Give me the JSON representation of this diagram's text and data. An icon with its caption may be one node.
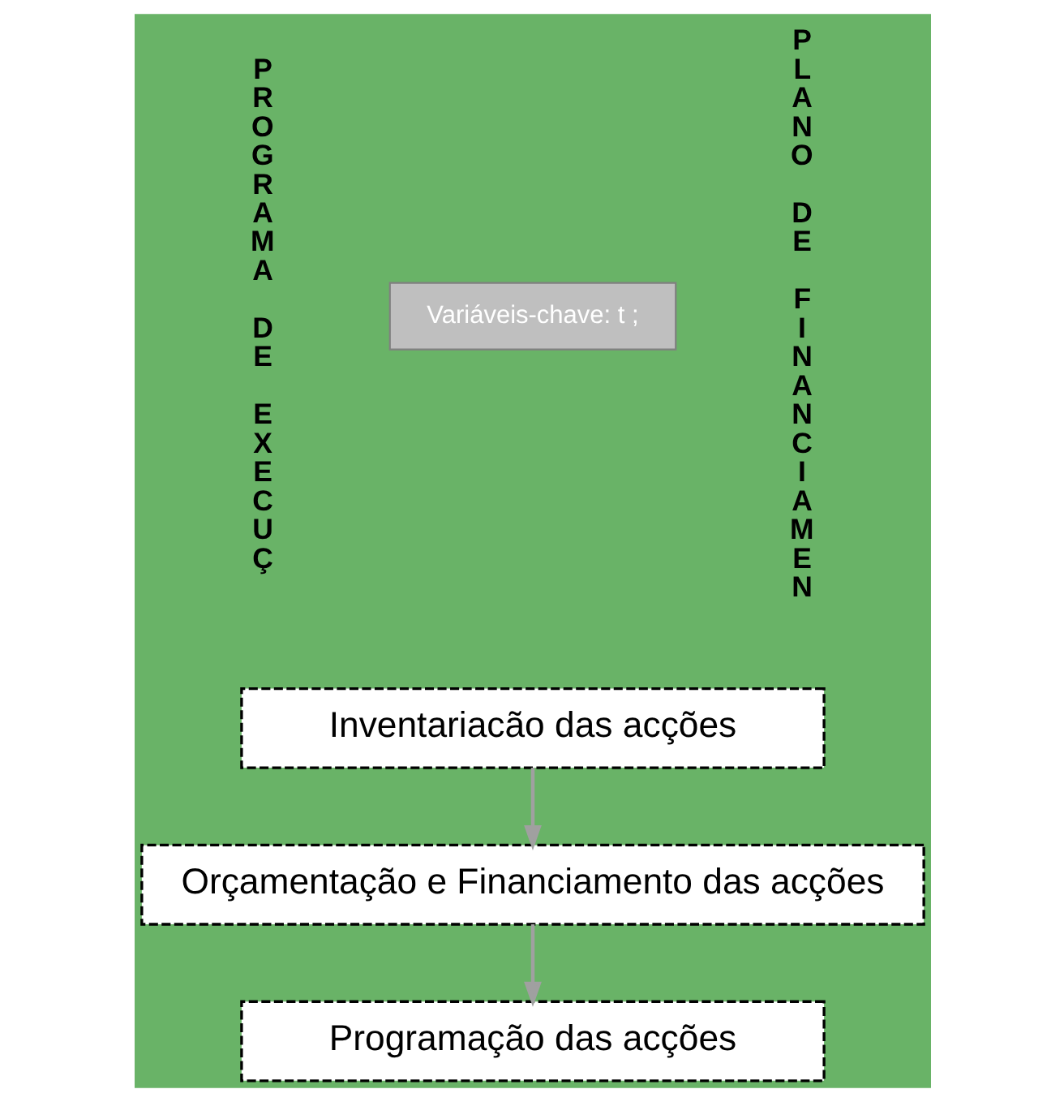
{
  "diagram": {
    "nodes": [
      {
        "text": [
          "Variáveis-chave: t ;"
        ]
      },
      {
        "text": [
          "Inventariacão das acções"
        ]
      },
      {
        "text": [
          "Orçamentação e Financiamento das acções"
        ]
      },
      {
        "text": [
          "Programação das acções"
        ]
      }
    ],
    "edges": [
      {
        "from": 1,
        "to": 2,
        "arrow": "to"
      },
      {
        "from": 2,
        "to": 3,
        "arrow": "to"
      }
    ],
    "labels": [
      "PROGRAMA DE EXECUÇ",
      "PLANO DE FINANCIAMEN"
    ]
  }
}
